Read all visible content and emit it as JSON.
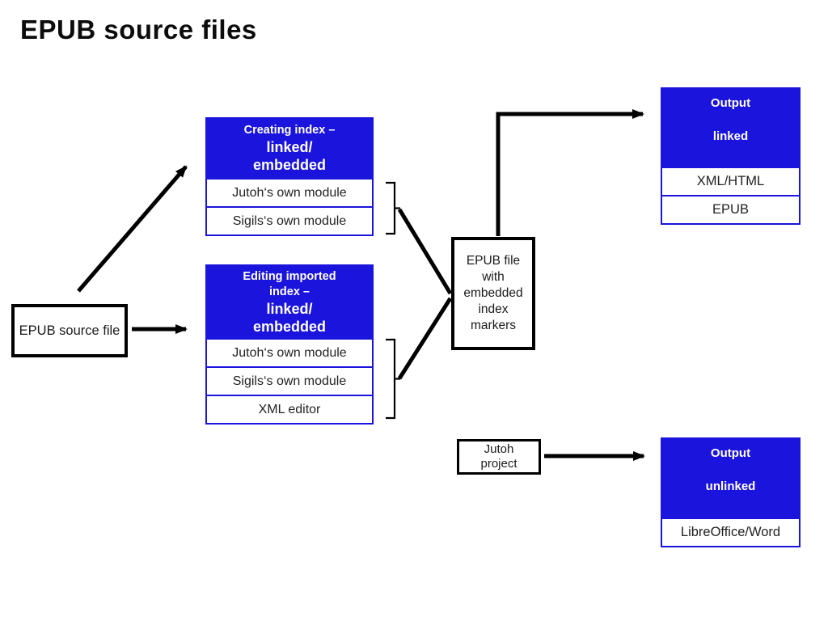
{
  "colors": {
    "accent_blue": "#1b14dc",
    "line_black": "#000000"
  },
  "slide": {
    "title": "EPUB source files"
  },
  "nodes": {
    "source_file": {
      "label": "EPUB source file"
    },
    "creating_index": {
      "header_top": "Creating index –",
      "header_big": "linked/\nembedded",
      "rows": [
        "Jutoh‘s own module",
        "Sigils‘s own module"
      ]
    },
    "editing_index": {
      "header_top": "Editing imported\nindex –",
      "header_big": "linked/\nembedded",
      "rows": [
        "Jutoh‘s own module",
        "Sigils‘s own module",
        "XML editor"
      ]
    },
    "epub_file": {
      "label": "EPUB file\nwith\nembedded\nindex\nmarkers"
    },
    "output_linked": {
      "title": "Output",
      "mode": "linked",
      "rows": [
        "XML/HTML",
        "EPUB"
      ]
    },
    "jutoh_project": {
      "label": "Jutoh\nproject"
    },
    "output_unlinked": {
      "title": "Output",
      "mode": "unlinked",
      "rows": [
        "LibreOffice/Word"
      ]
    }
  }
}
